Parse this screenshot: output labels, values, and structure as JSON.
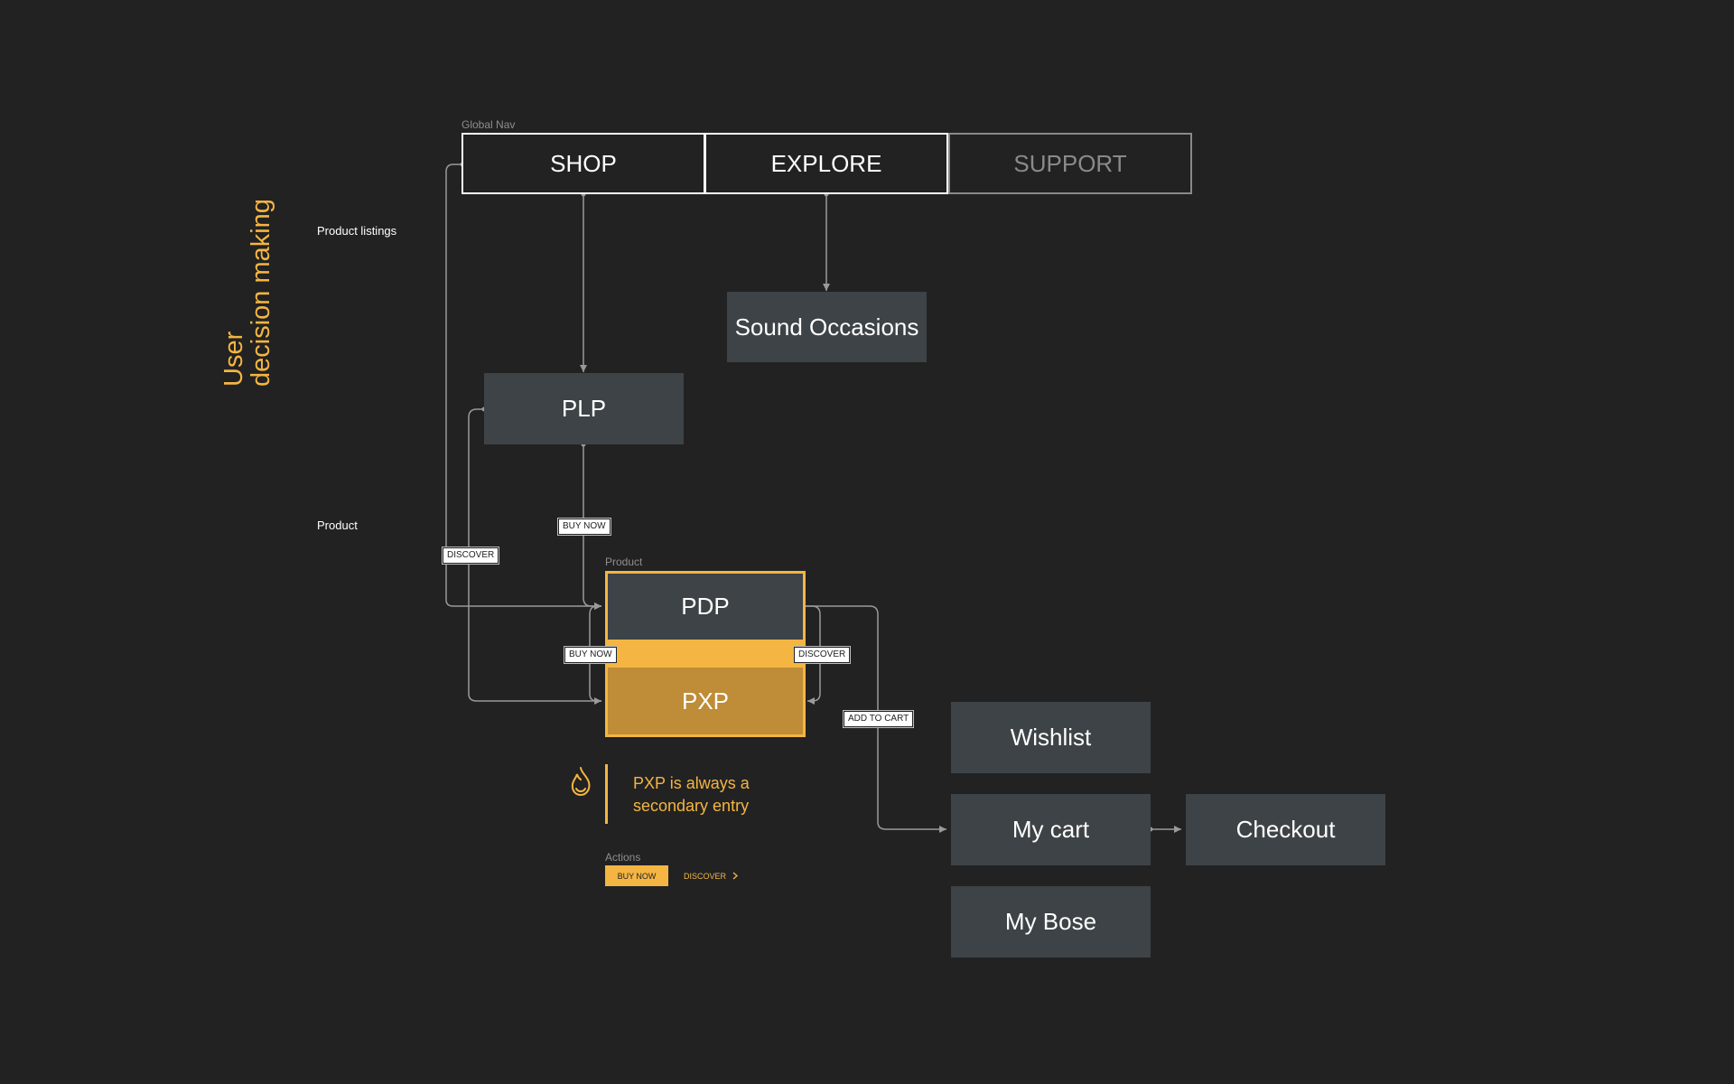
{
  "side_title": {
    "line1": "User",
    "line2": "decision making"
  },
  "rows": {
    "product_listings": "Product listings",
    "product": "Product"
  },
  "global_nav": {
    "label": "Global Nav",
    "tabs": [
      "SHOP",
      "EXPLORE",
      "SUPPORT"
    ]
  },
  "nodes": {
    "sound_occasions": "Sound Occasions",
    "plp": "PLP",
    "pdp": "PDP",
    "pxp": "PXP",
    "wishlist": "Wishlist",
    "my_cart": "My cart",
    "checkout": "Checkout",
    "my_bose": "My Bose"
  },
  "product_group_label": "Product",
  "edge_labels": {
    "discover_left": "DISCOVER",
    "buy_now_top": "BUY NOW",
    "buy_now_inner": "BUY NOW",
    "discover_right": "DISCOVER",
    "add_to_cart": "ADD TO CART"
  },
  "note": {
    "line1": "PXP is always a",
    "line2": "secondary entry",
    "icon": "flame-icon"
  },
  "actions": {
    "label": "Actions",
    "primary": "BUY NOW",
    "secondary": "DISCOVER",
    "secondary_icon": "chevron-right-icon"
  },
  "colors": {
    "background": "#222222",
    "accent": "#F4B543",
    "node": "#3D4346",
    "pxp": "#BF8C37",
    "edge": "#9a9a9a"
  }
}
